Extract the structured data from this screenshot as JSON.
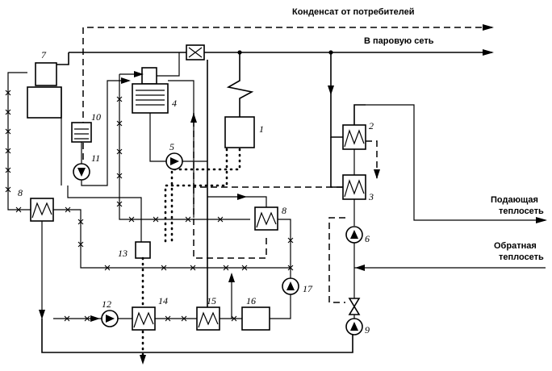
{
  "labels": {
    "condensate": "Конденсат от потребителей",
    "steam_net": "В паровую сеть",
    "supply_1": "Подающая",
    "supply_2": "теплосеть",
    "return_1": "Обратная",
    "return_2": "теплосеть"
  },
  "numbers": {
    "n1": "1",
    "n2": "2",
    "n3": "3",
    "n4": "4",
    "n5": "5",
    "n6": "6",
    "n7": "7",
    "n8a": "8",
    "n8b": "8",
    "n9": "9",
    "n10": "10",
    "n11": "11",
    "n12": "12",
    "n13": "13",
    "n14": "14",
    "n15": "15",
    "n16": "16",
    "n17": "17"
  }
}
